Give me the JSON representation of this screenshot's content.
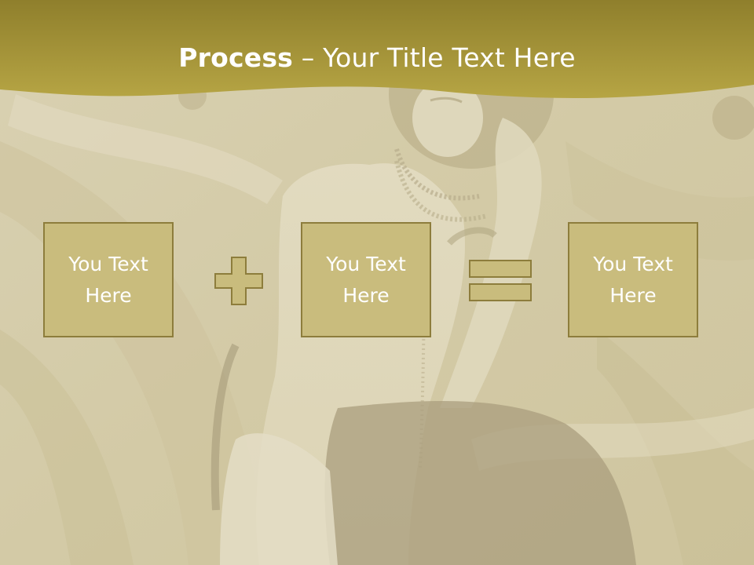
{
  "slide": {
    "title_bold": "Process",
    "title_rest": " – Your Title Text Here"
  },
  "process": {
    "boxes": [
      {
        "text": "You Text Here"
      },
      {
        "text": "You Text Here"
      },
      {
        "text": "You Text Here"
      }
    ],
    "operators": [
      "plus-icon",
      "equals-icon"
    ]
  },
  "colors": {
    "header_gold": "#a89a3c",
    "box_fill": "#c9bc7d",
    "box_border": "#8d7d3c",
    "operator_fill": "#c9bc7d",
    "background": "#d7cfae"
  }
}
